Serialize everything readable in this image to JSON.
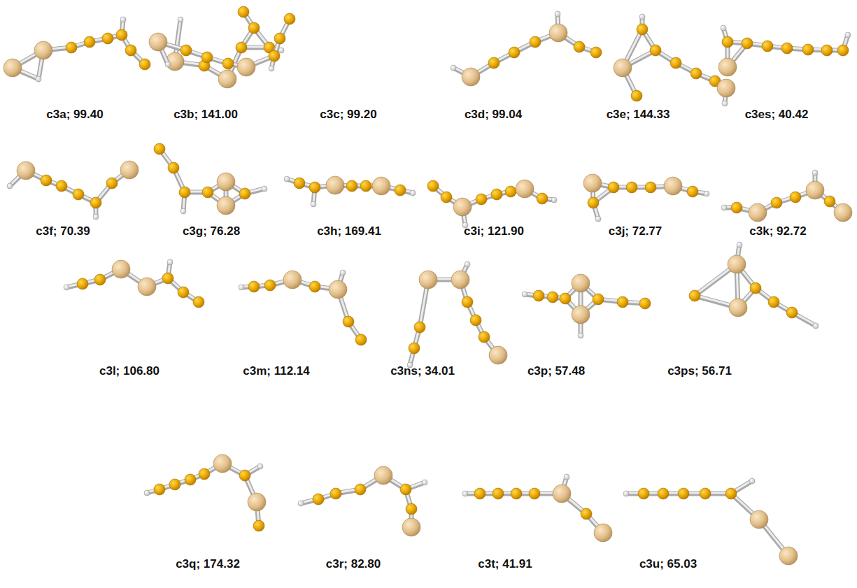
{
  "diagram": {
    "labels": [
      "c3a; 99.40",
      "c3b; 141.00",
      "c3c; 99.20",
      "c3d; 99.04",
      "c3e; 144.33",
      "c3es; 40.42",
      "c3f; 70.39",
      "c3g; 76.28",
      "c3h; 169.41",
      "c3i; 121.90",
      "c3j; 72.77",
      "c3k; 92.72",
      "c3l; 106.80",
      "c3m; 112.14",
      "c3ns; 34.01",
      "c3p; 57.48",
      "c3ps; 56.71",
      "c3q; 174.32",
      "c3r; 82.80",
      "c3t; 41.91",
      "c3u; 65.03"
    ]
  }
}
